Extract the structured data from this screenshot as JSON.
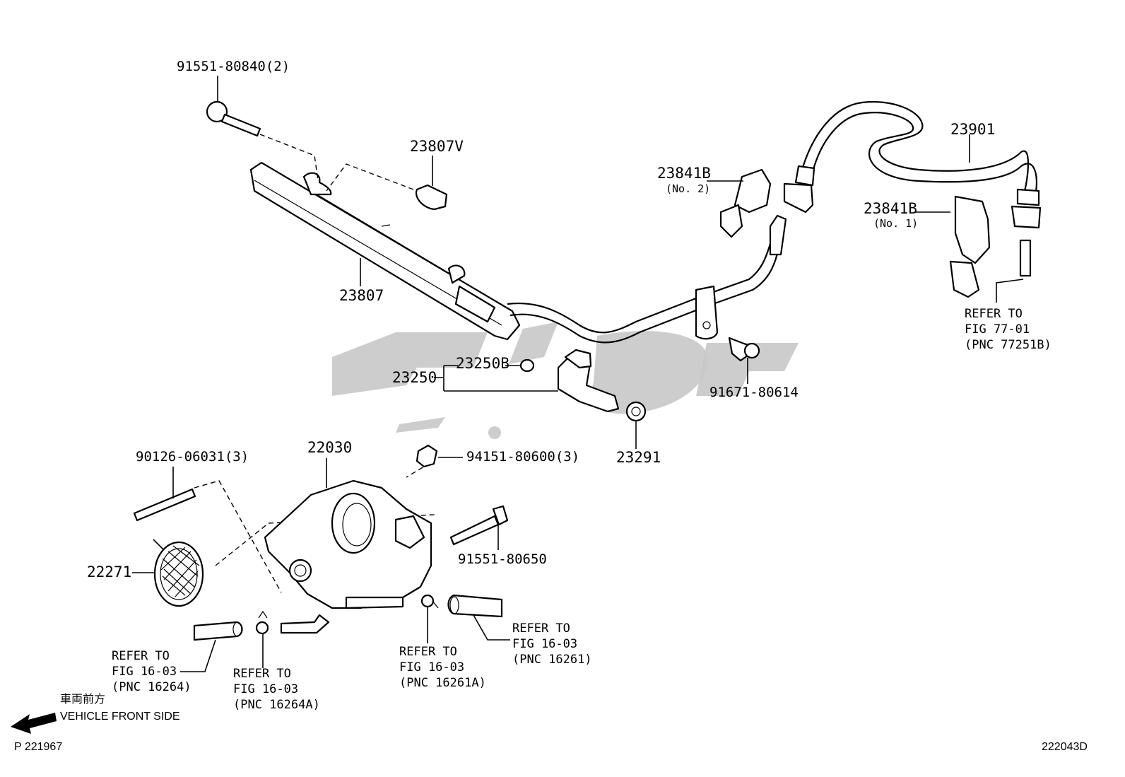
{
  "parts": {
    "bolt_top": "91551-80840(2)",
    "damper": "23807V",
    "rail": "23807",
    "clamp_no2": "23841B",
    "clamp_no2_sub": "(No. 2)",
    "hose": "23901",
    "clamp_no1": "23841B",
    "clamp_no1_sub": "(No. 1)",
    "oring": "23250B",
    "injector": "23250",
    "insulator": "23291",
    "bolt_rail": "91671-80614",
    "stud": "90126-06031(3)",
    "throttle_body": "22030",
    "nut": "94151-80600(3)",
    "bolt_tb": "91551-80650",
    "gasket": "22271"
  },
  "refs": {
    "fig77": [
      "REFER TO",
      "FIG 77-01",
      "(PNC 77251B)"
    ],
    "fig16264": [
      "REFER TO",
      "FIG 16-03",
      "(PNC 16264)"
    ],
    "fig16264a": [
      "REFER TO",
      "FIG 16-03",
      "(PNC 16264A)"
    ],
    "fig16261a": [
      "REFER TO",
      "FIG 16-03",
      "(PNC 16261A)"
    ],
    "fig16261": [
      "REFER TO",
      "FIG 16-03",
      "(PNC 16261)"
    ]
  },
  "footer": {
    "direction_jp": "車両前方",
    "direction_en": "VEHICLE FRONT SIDE",
    "page_code": "P 221967",
    "diagram_code": "222043D"
  },
  "colors": {
    "ink": "#000000",
    "watermark": "#c8c8c8"
  }
}
